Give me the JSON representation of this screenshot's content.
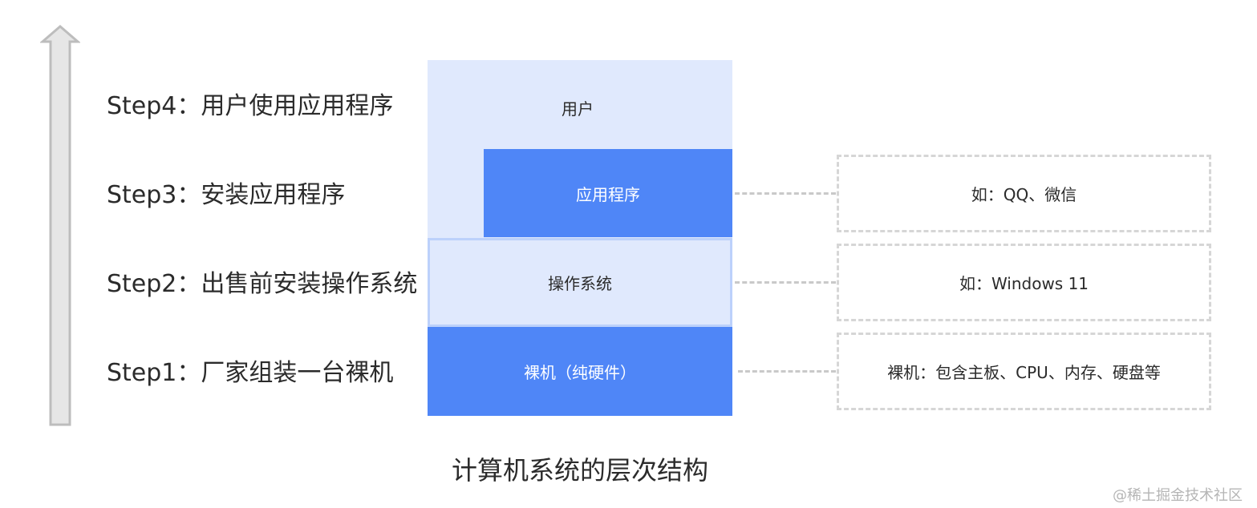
{
  "steps": [
    {
      "label": "Step4：用户使用应用程序"
    },
    {
      "label": "Step3：安装应用程序"
    },
    {
      "label": "Step2：出售前安装操作系统"
    },
    {
      "label": "Step1：厂家组装一台裸机"
    }
  ],
  "layers": {
    "user": "用户",
    "application": "应用程序",
    "os": "操作系统",
    "hardware": "裸机（纯硬件）"
  },
  "examples": {
    "application": "如：QQ、微信",
    "os": "如：Windows 11",
    "hardware": "裸机：包含主板、CPU、内存、硬盘等"
  },
  "caption": "计算机系统的层次结构",
  "watermark": "@稀土掘金技术社区",
  "colors": {
    "layer_light": "#e0e9fd",
    "layer_blue": "#4f86f7",
    "arrow_fill": "#e6e6e6",
    "arrow_stroke": "#bdbdbd",
    "dash": "#c9c9c9"
  }
}
